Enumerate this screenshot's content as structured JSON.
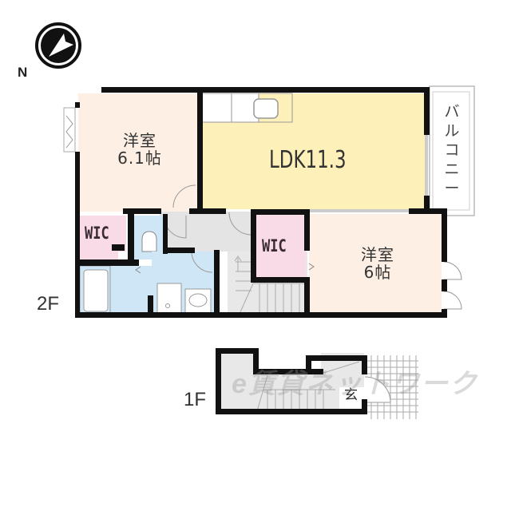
{
  "compass": {
    "north_label": "N",
    "icon": "north-arrow-compass-icon"
  },
  "floors": {
    "upper": {
      "label": "2F",
      "rooms": {
        "western_room_1": {
          "name": "洋室",
          "size": "6.1帖"
        },
        "ldk": {
          "name": "LDK11.3"
        },
        "balcony": {
          "name": "バルコニー",
          "chars": [
            "バ",
            "ル",
            "コ",
            "ニ",
            "ー"
          ]
        },
        "wic_1": {
          "name": "WIC"
        },
        "wic_2": {
          "name": "WIC"
        },
        "western_room_2": {
          "name": "洋室",
          "size": "6帖"
        }
      }
    },
    "lower": {
      "label": "1F",
      "rooms": {
        "entrance": {
          "name": "玄"
        }
      }
    }
  },
  "watermark": {
    "text": "e賃貸ネットワーク"
  },
  "colors": {
    "wall": "#111111",
    "western_room": "#fdefe3",
    "ldk": "#fdf0b8",
    "wic": "#f9dbe8",
    "wet_area": "#cfe6f6",
    "hall": "#e4e4e4",
    "stairs": "#e8e8e8"
  }
}
